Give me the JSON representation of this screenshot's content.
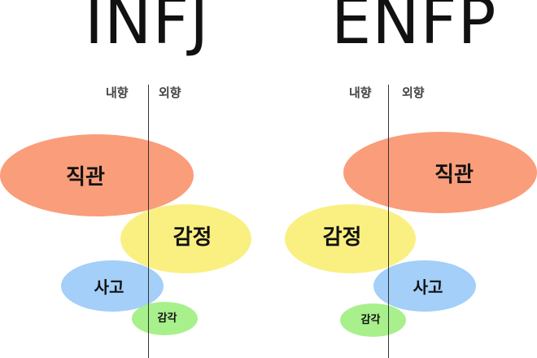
{
  "colors": {
    "intuition": "#fa9d7a",
    "feeling": "#faf082",
    "thinking": "#a3cff8",
    "sensing": "#a8f08c",
    "divider": "#333333"
  },
  "diagrams": [
    {
      "title": "INFJ",
      "introvert_label": "내향",
      "extrovert_label": "외향",
      "functions": {
        "intuition": "직관",
        "feeling": "감정",
        "thinking": "사고",
        "sensing": "감각"
      }
    },
    {
      "title": "ENFP",
      "introvert_label": "내향",
      "extrovert_label": "외향",
      "functions": {
        "intuition": "직관",
        "feeling": "감정",
        "thinking": "사고",
        "sensing": "감각"
      }
    }
  ]
}
